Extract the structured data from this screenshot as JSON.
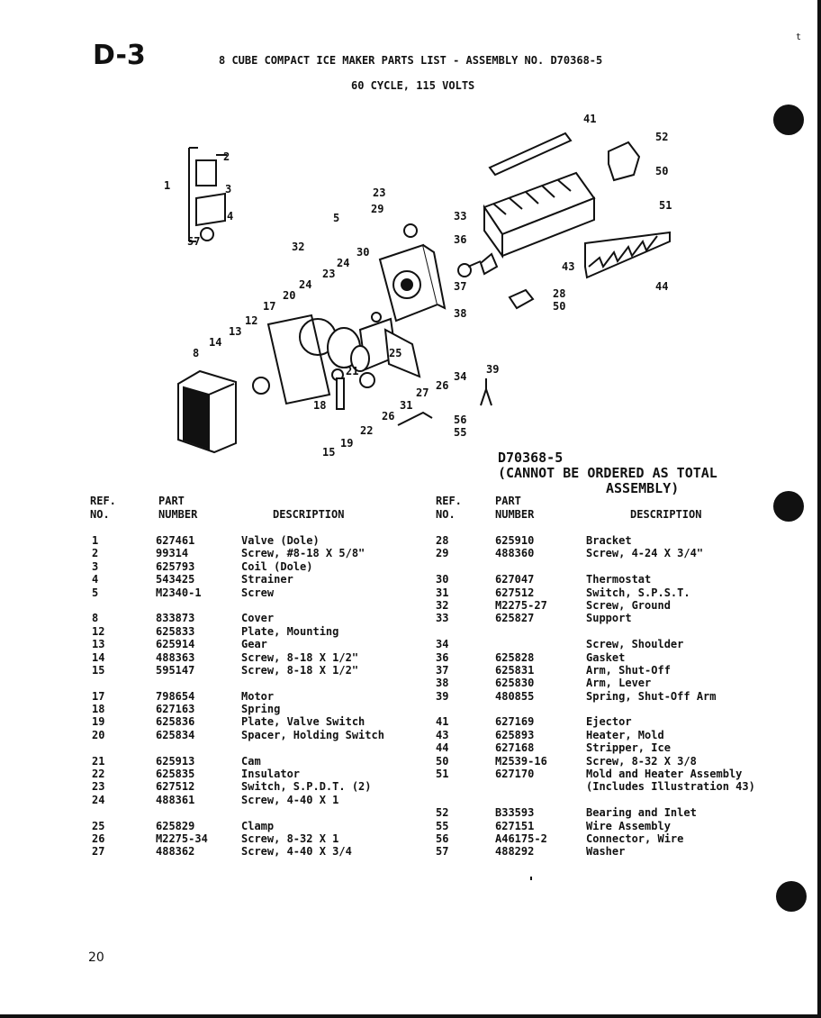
{
  "page_code": "D-3",
  "title": "8 CUBE COMPACT ICE MAKER PARTS LIST - ASSEMBLY NO. D70368-5",
  "subtitle": "60 CYCLE, 115 VOLTS",
  "assembly_note": {
    "line1": "D70368-5",
    "line2": "(CANNOT BE ORDERED AS TOTAL",
    "line3": "ASSEMBLY)"
  },
  "headers": {
    "ref_1": "REF.",
    "ref_2": "NO.",
    "part_1": "PART",
    "part_2": "NUMBER",
    "desc": "DESCRIPTION"
  },
  "diagram_callouts": [
    "1",
    "2",
    "3",
    "4",
    "57",
    "5",
    "8",
    "12",
    "13",
    "14",
    "15",
    "17",
    "18",
    "19",
    "20",
    "21",
    "22",
    "23",
    "24",
    "25",
    "26",
    "27",
    "28",
    "29",
    "30",
    "31",
    "32",
    "33",
    "34",
    "36",
    "37",
    "38",
    "39",
    "41",
    "43",
    "44",
    "50",
    "51",
    "52",
    "55",
    "56"
  ],
  "left_parts": [
    [
      {
        "ref": "1",
        "part": "627461",
        "desc": "Valve (Dole)"
      },
      {
        "ref": "2",
        "part": "99314",
        "desc": "Screw, #8-18 X 5/8\""
      },
      {
        "ref": "3",
        "part": "625793",
        "desc": "Coil (Dole)"
      },
      {
        "ref": "4",
        "part": "543425",
        "desc": "Strainer"
      },
      {
        "ref": "5",
        "part": "M2340-1",
        "desc": "Screw"
      }
    ],
    [
      {
        "ref": "8",
        "part": "833873",
        "desc": "Cover"
      },
      {
        "ref": "12",
        "part": "625833",
        "desc": "Plate, Mounting"
      },
      {
        "ref": "13",
        "part": "625914",
        "desc": "Gear"
      },
      {
        "ref": "14",
        "part": "488363",
        "desc": "Screw, 8-18 X 1/2\""
      },
      {
        "ref": "15",
        "part": "595147",
        "desc": "Screw, 8-18 X 1/2\""
      }
    ],
    [
      {
        "ref": "17",
        "part": "798654",
        "desc": "Motor"
      },
      {
        "ref": "18",
        "part": "627163",
        "desc": "Spring"
      },
      {
        "ref": "19",
        "part": "625836",
        "desc": "Plate, Valve Switch"
      },
      {
        "ref": "20",
        "part": "625834",
        "desc": "Spacer, Holding Switch"
      }
    ],
    [
      {
        "ref": "21",
        "part": "625913",
        "desc": "Cam"
      },
      {
        "ref": "22",
        "part": "625835",
        "desc": "Insulator"
      },
      {
        "ref": "23",
        "part": "627512",
        "desc": "Switch, S.P.D.T. (2)"
      },
      {
        "ref": "24",
        "part": "488361",
        "desc": "Screw, 4-40 X 1"
      }
    ],
    [
      {
        "ref": "25",
        "part": "625829",
        "desc": "Clamp"
      },
      {
        "ref": "26",
        "part": "M2275-34",
        "desc": "Screw, 8-32 X 1"
      },
      {
        "ref": "27",
        "part": "488362",
        "desc": "Screw, 4-40 X 3/4"
      }
    ]
  ],
  "right_parts": [
    [
      {
        "ref": "28",
        "part": "625910",
        "desc": "Bracket"
      },
      {
        "ref": "29",
        "part": "488360",
        "desc": "Screw, 4-24 X 3/4\""
      }
    ],
    [
      {
        "ref": "30",
        "part": "627047",
        "desc": "Thermostat"
      },
      {
        "ref": "31",
        "part": "627512",
        "desc": "Switch, S.P.S.T."
      },
      {
        "ref": "32",
        "part": "M2275-27",
        "desc": "Screw, Ground"
      },
      {
        "ref": "33",
        "part": "625827",
        "desc": "Support"
      }
    ],
    [
      {
        "ref": "34",
        "part": "",
        "desc": "Screw, Shoulder"
      },
      {
        "ref": "36",
        "part": "625828",
        "desc": "Gasket"
      },
      {
        "ref": "37",
        "part": "625831",
        "desc": "Arm, Shut-Off"
      },
      {
        "ref": "38",
        "part": "625830",
        "desc": "Arm, Lever"
      },
      {
        "ref": "39",
        "part": "480855",
        "desc": "Spring, Shut-Off Arm"
      }
    ],
    [
      {
        "ref": "41",
        "part": "627169",
        "desc": "Ejector"
      },
      {
        "ref": "43",
        "part": "625893",
        "desc": "Heater, Mold"
      },
      {
        "ref": "44",
        "part": "627168",
        "desc": "Stripper, Ice"
      },
      {
        "ref": "50",
        "part": "M2539-16",
        "desc": "Screw, 8-32 X 3/8"
      },
      {
        "ref": "51",
        "part": "627170",
        "desc": "Mold and Heater Assembly"
      },
      {
        "ref": "",
        "part": "",
        "desc": "(Includes Illustration 43)"
      }
    ],
    [
      {
        "ref": "52",
        "part": "B33593",
        "desc": "Bearing and Inlet"
      },
      {
        "ref": "55",
        "part": "627151",
        "desc": "Wire Assembly"
      },
      {
        "ref": "56",
        "part": "A46175-2",
        "desc": "Connector, Wire"
      },
      {
        "ref": "57",
        "part": "488292",
        "desc": "Washer"
      }
    ]
  ],
  "page_number": "20",
  "corner_mark": "t"
}
